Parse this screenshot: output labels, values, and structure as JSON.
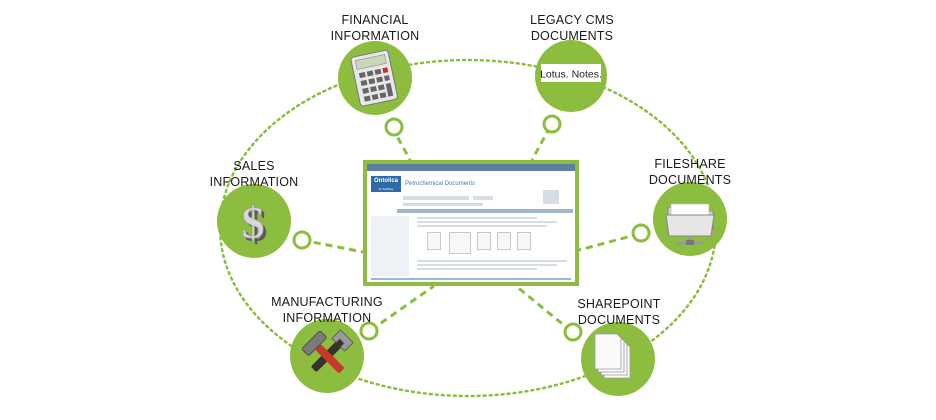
{
  "nodes": [
    {
      "id": "financial",
      "label_lines": [
        "FINANCIAL",
        "INFORMATION"
      ],
      "icon": "calculator-icon"
    },
    {
      "id": "legacy",
      "label_lines": [
        "LEGACY CMS",
        "DOCUMENTS"
      ],
      "icon": "lotus-notes-logo",
      "logo_text": "Lotus. Notes."
    },
    {
      "id": "sales",
      "label_lines": [
        "SALES",
        "INFORMATION"
      ],
      "icon": "dollar-sign-icon"
    },
    {
      "id": "fileshare",
      "label_lines": [
        "FILESHARE",
        "DOCUMENTS"
      ],
      "icon": "network-folder-icon"
    },
    {
      "id": "manufacturing",
      "label_lines": [
        "MANUFACTURING",
        "INFORMATION"
      ],
      "icon": "tools-icon"
    },
    {
      "id": "sharepoint",
      "label_lines": [
        "SHAREPOINT",
        "DOCUMENTS"
      ],
      "icon": "document-stack-icon"
    }
  ],
  "center": {
    "logo_text": "Ontolica",
    "logo_subtext": "by SurfRay",
    "title": "Petrochemical Documents"
  },
  "colors": {
    "accent": "#8cbd3f",
    "connector": "#8cbd3f",
    "label": "#1a1a1a"
  }
}
